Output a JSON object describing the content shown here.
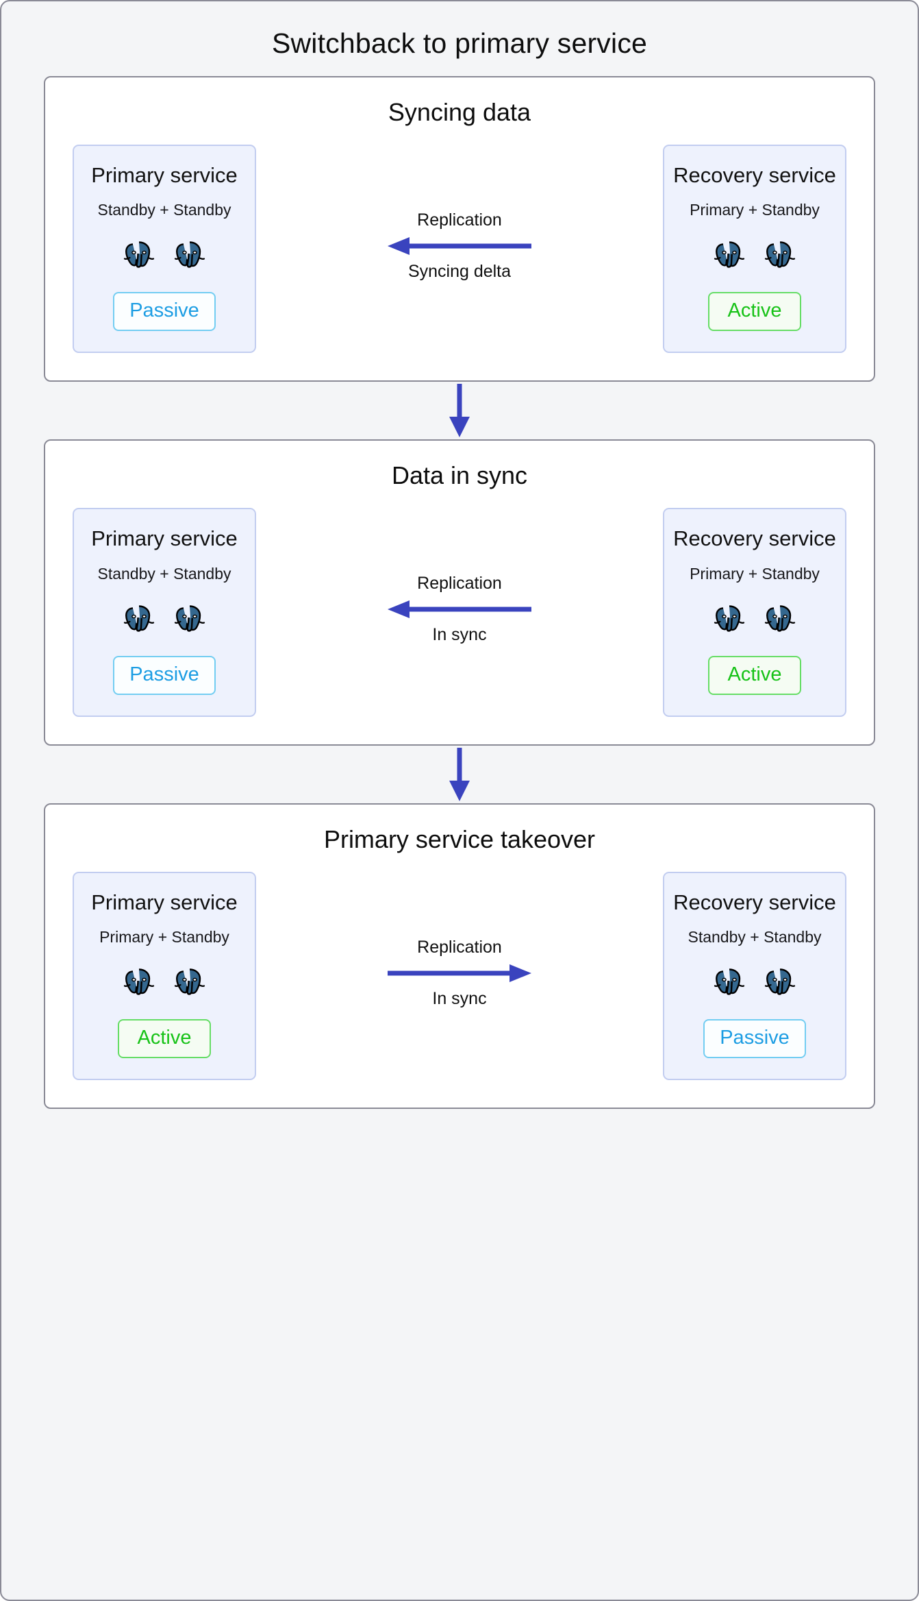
{
  "figure": {
    "title": "Switchback to primary service"
  },
  "colors": {
    "arrow_blue": "#3a43be",
    "active_green": "#17c217",
    "active_border": "#66dd66",
    "passive_blue": "#1c9de3",
    "passive_border": "#72cdf2",
    "card_bg": "#eef2fd",
    "card_border": "#c2cdf0",
    "panel_border": "#8a8a96",
    "page_bg": "#f4f5f7",
    "postgres_blue": "#336791"
  },
  "flow_arrow_icon": "arrow-down-icon",
  "stages": [
    {
      "title": "Syncing data",
      "left": {
        "name": "Primary service",
        "roles": "Standby + Standby",
        "node_icon": "postgresql-elephant-icon",
        "node_count": 2,
        "badge": "Passive",
        "badge_state": "passive"
      },
      "connector": {
        "label_top": "Replication",
        "label_bottom": "Syncing delta",
        "direction": "left",
        "icon": "arrow-left-icon"
      },
      "right": {
        "name": "Recovery service",
        "roles": "Primary + Standby",
        "node_icon": "postgresql-elephant-icon",
        "node_count": 2,
        "badge": "Active",
        "badge_state": "active"
      }
    },
    {
      "title": "Data in sync",
      "left": {
        "name": "Primary service",
        "roles": "Standby + Standby",
        "node_icon": "postgresql-elephant-icon",
        "node_count": 2,
        "badge": "Passive",
        "badge_state": "passive"
      },
      "connector": {
        "label_top": "Replication",
        "label_bottom": "In sync",
        "direction": "left",
        "icon": "arrow-left-icon"
      },
      "right": {
        "name": "Recovery service",
        "roles": "Primary + Standby",
        "node_icon": "postgresql-elephant-icon",
        "node_count": 2,
        "badge": "Active",
        "badge_state": "active"
      }
    },
    {
      "title": "Primary service takeover",
      "left": {
        "name": "Primary service",
        "roles": "Primary + Standby",
        "node_icon": "postgresql-elephant-icon",
        "node_count": 2,
        "badge": "Active",
        "badge_state": "active"
      },
      "connector": {
        "label_top": "Replication",
        "label_bottom": "In sync",
        "direction": "right",
        "icon": "arrow-right-icon"
      },
      "right": {
        "name": "Recovery service",
        "roles": "Standby + Standby",
        "node_icon": "postgresql-elephant-icon",
        "node_count": 2,
        "badge": "Passive",
        "badge_state": "passive"
      }
    }
  ]
}
